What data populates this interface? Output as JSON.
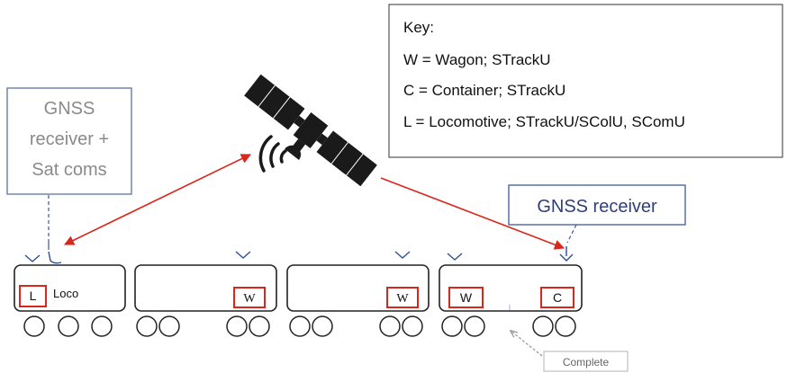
{
  "key": {
    "title": "Key:",
    "lines": [
      "W = Wagon; STrackU",
      "C = Container; STrackU",
      "L =  Locomotive; STrackU/SColU, SComU"
    ]
  },
  "gnss_left": {
    "lines": [
      "GNSS",
      "receiver +",
      "Sat coms"
    ]
  },
  "gnss_right": {
    "label": "GNSS receiver"
  },
  "train": {
    "loco_badge": "L",
    "loco_label": "Loco",
    "wagon1_badge": "W",
    "wagon2_badge": "W",
    "wagon3_badge_w": "W",
    "wagon3_badge_c": "C"
  },
  "tooltip": {
    "label": "Complete"
  },
  "colors": {
    "arrow_red": "#d9271c",
    "badge_red": "#d9271c",
    "antenna_blue": "#2e4f8f",
    "gnss_box_border": "#3d5a9a",
    "right_text": "#2e3f7a",
    "left_text": "#8a8a8a"
  },
  "icons": [
    "satellite-icon",
    "signal-waves-icon",
    "antenna-icon"
  ]
}
